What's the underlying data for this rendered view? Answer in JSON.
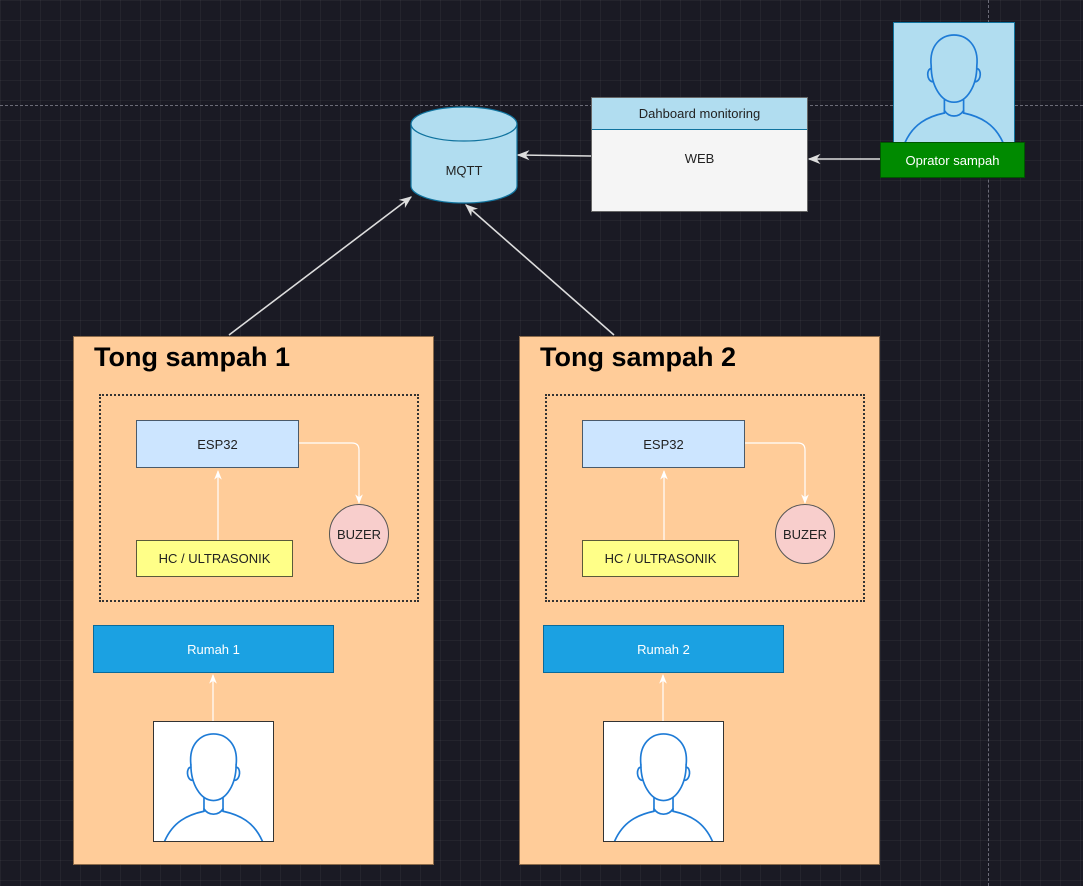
{
  "diagram": {
    "mqtt_label": "MQTT",
    "dashboard_title": "Dahboard monitoring",
    "web_label": "WEB",
    "operator_label": "Oprator sampah",
    "bins": [
      {
        "title": "Tong sampah 1",
        "esp_label": "ESP32",
        "sensor_label": "HC / ULTRASONIK",
        "buzzer_label": "BUZER",
        "house_label": "Rumah 1"
      },
      {
        "title": "Tong sampah 2",
        "esp_label": "ESP32",
        "sensor_label": "HC / ULTRASONIK",
        "buzzer_label": "BUZER",
        "house_label": "Rumah 2"
      }
    ],
    "icons": [
      "user-icon"
    ],
    "colors": {
      "background": "#1a1a24",
      "bin_fill": "#ffcc99",
      "esp_fill": "#cce5ff",
      "sensor_fill": "#ffff88",
      "buzzer_fill": "#f8cecc",
      "house_fill": "#1ba1e2",
      "mqtt_fill": "#b1ddf0",
      "operator_label_fill": "#008a00",
      "user_icon_stroke": "#1e7bd6"
    }
  }
}
